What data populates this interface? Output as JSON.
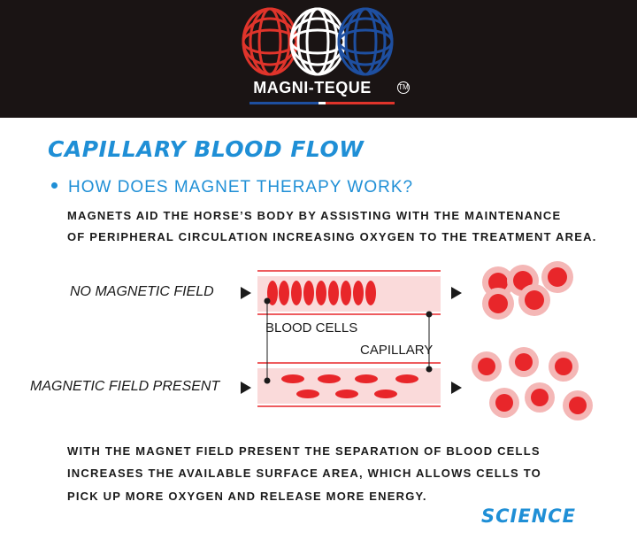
{
  "header": {
    "brand": "MAGNI-TEQUE",
    "trademark": "TM",
    "colors": {
      "background": "#1a1414",
      "red": "#e0342b",
      "blue": "#1e4fa0",
      "white": "#ffffff"
    },
    "logo_icon": "interlocking-rings-logo"
  },
  "title": "CAPILLARY BLOOD FLOW",
  "subtitle": "HOW DOES MAGNET THERAPY WORK?",
  "intro": {
    "line1": "MAGNETS AID THE HORSE’S BODY BY ASSISTING WITH THE MAINTENANCE",
    "line2": "OF PERIPHERAL CIRCULATION INCREASING OXYGEN TO THE TREATMENT AREA."
  },
  "diagram": {
    "no_field_label": "NO MAGNETIC FIELD",
    "field_label": "MAGNETIC FIELD PRESENT",
    "blood_cells_label": "BLOOD CELLS",
    "capillary_label": "CAPILLARY",
    "colors": {
      "cell": "#e8262a",
      "cell_halo": "#f4b7b6",
      "capillary": "#fadada",
      "arrow": "#1a1a1a"
    }
  },
  "conclusion": {
    "line1": "WITH THE MAGNET FIELD PRESENT THE SEPARATION OF BLOOD CELLS",
    "line2": "INCREASES THE AVAILABLE SURFACE AREA, WHICH ALLOWS CELLS TO",
    "line3": "PICK UP MORE OXYGEN AND RELEASE MORE ENERGY."
  },
  "footer": {
    "tag": "SCIENCE"
  },
  "accent_color": "#1f8fd6"
}
